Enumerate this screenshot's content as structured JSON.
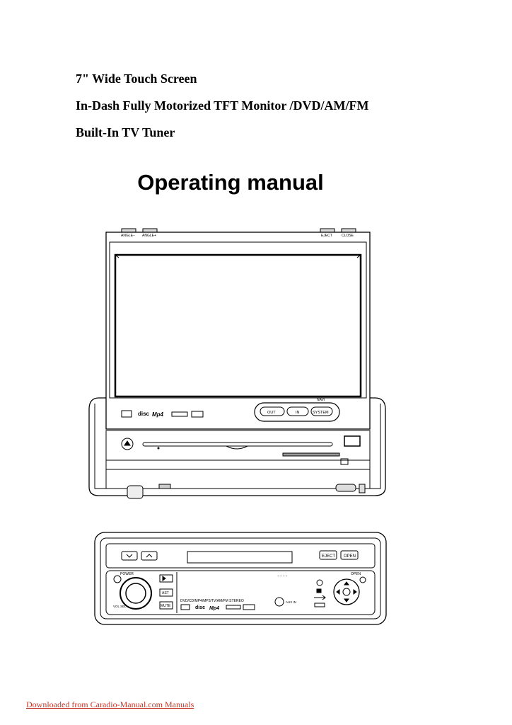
{
  "document": {
    "headings": [
      "7\" Wide Touch Screen",
      "In-Dash Fully Motorized TFT Monitor /DVD/AM/FM",
      "Built-In TV Tuner"
    ],
    "title": "Operating manual",
    "footer_link": "Downloaded from Caradio-Manual.com Manuals"
  },
  "device_front": {
    "labels": {
      "angle_minus": "ANGLE−",
      "angle_plus": "ANGLE+",
      "eject": "EJECT",
      "close": "CLOSE",
      "navi": "NAVI",
      "out": "OUT",
      "in": "IN",
      "system": "SYSTEM",
      "mp4": "Mp4",
      "disc": "disc"
    }
  },
  "device_panel": {
    "labels": {
      "eject": "EJECT",
      "open_button": "OPEN",
      "power": "POWER",
      "open": "OPEN",
      "vol_sel": "VOL SEL",
      "ast": "AST",
      "mute": "MUTE",
      "formats": "DVD/CD/MP4/MP3/TV/AM/FM STEREO",
      "aux_in": "AUX IN",
      "mp4": "Mp4",
      "disc": "disc"
    }
  }
}
